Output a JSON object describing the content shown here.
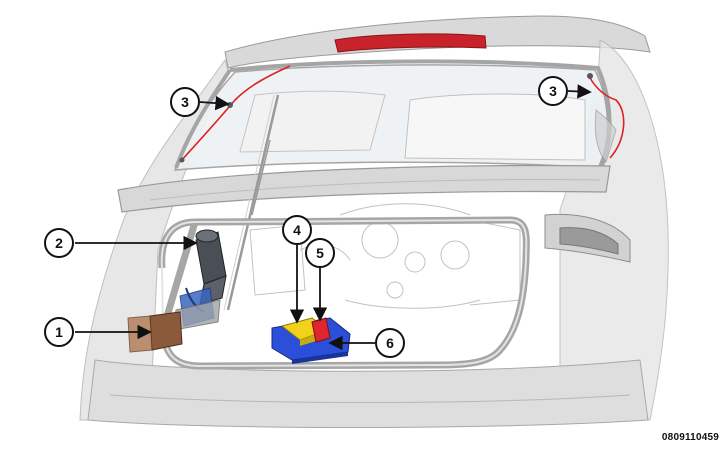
{
  "figure_id": "0809110459",
  "callouts": [
    {
      "number": "1",
      "component": "latch"
    },
    {
      "number": "2",
      "component": "actuator-motor"
    },
    {
      "number": "3",
      "component": "pinch-sensor-left"
    },
    {
      "number": "3",
      "component": "pinch-sensor-right"
    },
    {
      "number": "4",
      "component": "module-yellow"
    },
    {
      "number": "5",
      "component": "connector-red"
    },
    {
      "number": "6",
      "component": "module-blue"
    }
  ]
}
